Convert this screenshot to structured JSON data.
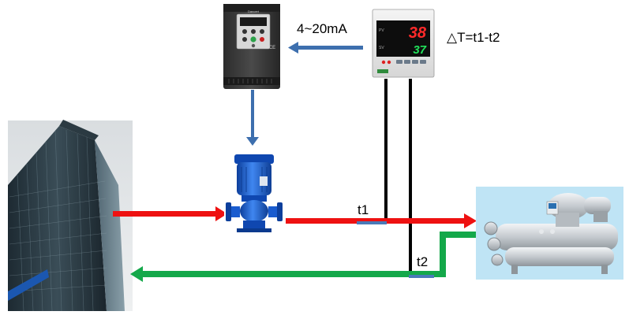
{
  "labels": {
    "signal": "4~20mA",
    "formula": "△T=t1-t2",
    "t1": "t1",
    "t2": "t2"
  },
  "controller": {
    "pv": "38",
    "sv": "37",
    "pv_tag": "PV",
    "sv_tag": "SV"
  },
  "vfd": {
    "brand": "Dancert",
    "mark": "CE"
  },
  "colors": {
    "supply_line": "#ee1111",
    "return_line": "#14a84a",
    "signal_arrow": "#3d6fae",
    "sensor": "#4a7ab8",
    "display_red": "#ff2a2a",
    "display_green": "#22e05a",
    "pump_blue": "#1457c9",
    "chiller_bg": "#bfe4f5"
  },
  "icons": {
    "building": "office-building-icon",
    "vfd": "frequency-inverter-icon",
    "controller": "temperature-controller-icon",
    "pump": "centrifugal-pump-icon",
    "chiller": "centrifugal-chiller-icon"
  }
}
